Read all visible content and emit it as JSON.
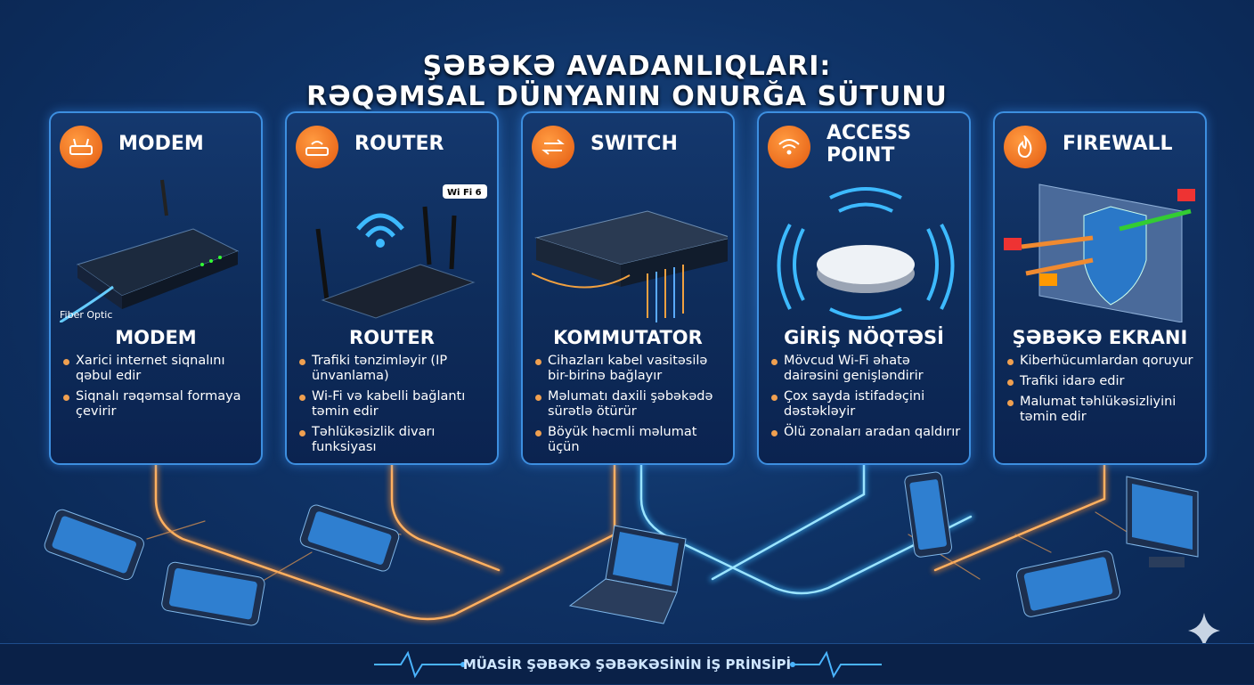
{
  "title": {
    "line1": "ŞƏBƏKƏ AVADANLIQLARI:",
    "line2": "RƏQƏMSAL DÜNYANIN ONURĞA SÜTUNU"
  },
  "cards": [
    {
      "name": "MODEM",
      "icon": "router-icon",
      "art_label": "Fiber Optic",
      "subtitle": "MODEM",
      "bullets": [
        "Xarici internet siqnalını qəbul edir",
        "Siqnalı rəqəmsal formaya çevirir"
      ]
    },
    {
      "name": "ROUTER",
      "icon": "router-wifi-icon",
      "art_label": "Wi Fi 6",
      "subtitle": "ROUTER",
      "bullets": [
        "Trafiki tənzimləyir (IP ünvanlama)",
        "Wi-Fi və kabelli bağlantı təmin edir",
        "Təhlükəsizlik divarı funksiyası"
      ]
    },
    {
      "name": "SWITCH",
      "icon": "arrows-exchange-icon",
      "subtitle": "KOMMUTATOR",
      "bullets": [
        "Cihazları kabel vasitəsilə bir-birinə bağlayır",
        "Məlumatı daxili şəbəkədə sürətlə ötürür",
        "Böyük həcmli məlumat üçün"
      ]
    },
    {
      "name": "ACCESS POINT",
      "icon": "wifi-icon",
      "subtitle": "GİRİŞ NÖQTƏSİ",
      "bullets": [
        "Mövcud Wi-Fi əhatə dairəsini genişləndirir",
        "Çox sayda istifadəçini dəstəkləyir",
        "Ölü zonaları aradan qaldırır"
      ]
    },
    {
      "name": "FIREWALL",
      "icon": "flame-icon",
      "subtitle": "ŞƏBƏKƏ EKRANI",
      "bullets": [
        "Kiberhücumlardan qoruyur",
        "Trafiki idarə edir",
        "Malumat təhlükəsizliyini təmin edir"
      ]
    }
  ],
  "footer": {
    "label": "MÜASİR ŞƏBƏKƏ ŞƏBƏKƏSİNİN İŞ PRİNSİPİ"
  },
  "colors": {
    "accent_orange": "#f08a30",
    "accent_blue": "#3d8fe0",
    "cable_blue": "#5fd0ff"
  }
}
